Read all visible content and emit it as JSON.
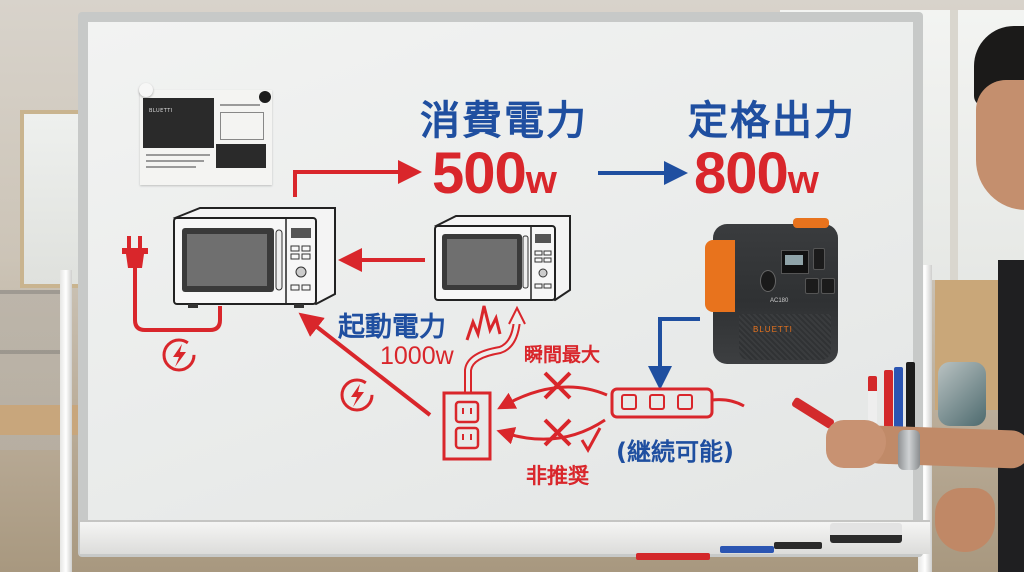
{
  "scene": {
    "description": "Whiteboard explaining microwave power consumption vs portable power station rated output",
    "colors": {
      "red_ink": "#d9262b",
      "blue_ink": "#1f4fa0",
      "board": "#eceeed",
      "station_orange": "#e8731d"
    }
  },
  "whiteboard": {
    "headings": {
      "consumption_label": "消費電力",
      "consumption_value": "500",
      "consumption_unit": "w",
      "rated_label": "定格出力",
      "rated_value": "800",
      "rated_unit": "w"
    },
    "startup": {
      "label": "起動電力",
      "value": "1000w"
    },
    "annotations": {
      "peak": "瞬間最大",
      "not_recommended": "非推奨",
      "continuous_ok": "(継続可能)"
    },
    "posted_sheet": {
      "brand": "BLUETTI"
    },
    "icons": [
      "microwave-icon",
      "microwave-icon",
      "plug-icon",
      "power-bolt-icon",
      "power-bolt-icon",
      "wall-outlet-icon",
      "power-strip-icon",
      "cross-mark-icon",
      "cross-mark-icon",
      "check-mark-icon",
      "spike-icon"
    ]
  },
  "power_station": {
    "brand": "BLUETTI",
    "model": "AC180"
  },
  "markers": {
    "vertical": [
      "red",
      "red",
      "blue",
      "black"
    ],
    "tray": [
      "red",
      "blue",
      "black"
    ]
  }
}
